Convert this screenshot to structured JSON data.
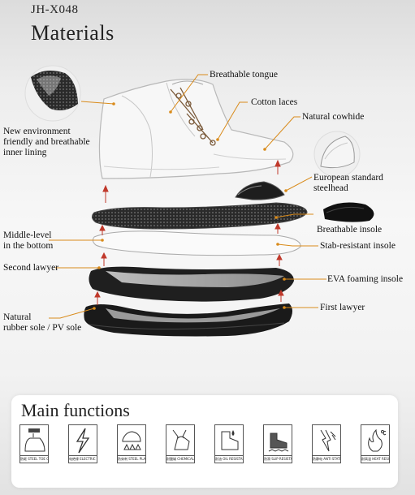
{
  "header": {
    "model": "JH-X048",
    "title": "Materials"
  },
  "labels": {
    "breathable_tongue": "Breathable tongue",
    "cotton_laces": "Cotton laces",
    "natural_cowhide": "Natural cowhide",
    "inner_lining_1": "New environment",
    "inner_lining_2": "friendly and breathable",
    "inner_lining_3": "inner lining",
    "steelhead_1": "European standard",
    "steelhead_2": "steelhead",
    "breathable_insole": "Breathable insole",
    "middle_level_1": "Middle-level",
    "middle_level_2": "in the bottom",
    "stab_resistant": "Stab-resistant insole",
    "second_layer": "Second lawyer",
    "eva": "EVA foaming insole",
    "first_layer": "First lawyer",
    "sole_1": "Natural",
    "sole_2": "rubber sole / PV sole"
  },
  "functions": {
    "title": "Main functions",
    "items": [
      {
        "icon": "steel-toe-icon",
        "caption": "防砸 STEEL TOE CAP"
      },
      {
        "icon": "electric-shock-icon",
        "caption": "电绝缘 ELECTRIC INSULATION"
      },
      {
        "icon": "steel-plate-icon",
        "caption": "防穿刺 STEEL PLATE"
      },
      {
        "icon": "chemical-resistant-icon",
        "caption": "耐酸碱 CHEMICAL RESISTANT"
      },
      {
        "icon": "oil-resistant-icon",
        "caption": "耐油 OIL RESISTANT"
      },
      {
        "icon": "slip-resistant-icon",
        "caption": "防滑 SLIP RESISTANT"
      },
      {
        "icon": "anti-static-icon",
        "caption": "防静电 ANTI STATIC"
      },
      {
        "icon": "heat-resistant-icon",
        "caption": "耐高温 HEAT RESISTANT"
      }
    ]
  }
}
